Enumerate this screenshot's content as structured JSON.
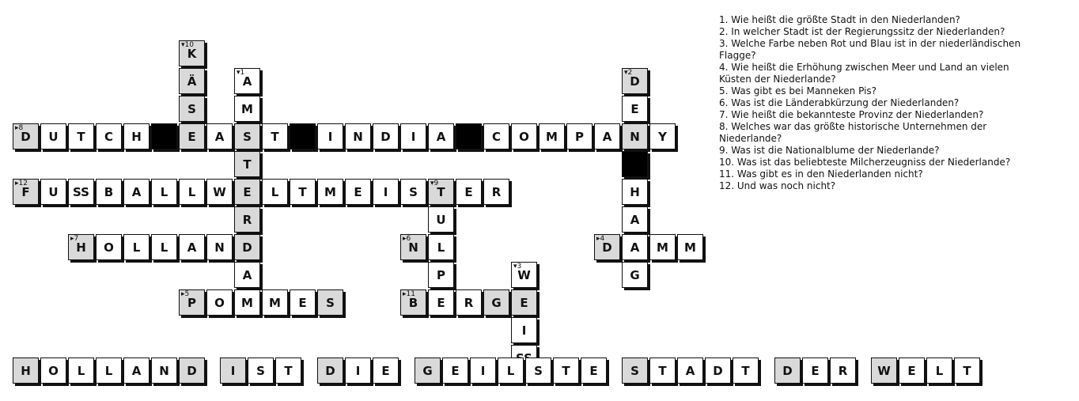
{
  "clues": [
    "1. Wie heißt die größte Stadt in den Niederlanden?",
    "2. In welcher Stadt ist der Regierungssitz der Niederlanden?",
    "3. Welche Farbe neben Rot und Blau ist in der niederländischen Flagge?",
    "4. Wie heißt die Erhöhung zwischen Meer und Land an vielen Küsten der Niederlande?",
    "5. Was gibt es bei Manneken Pis?",
    "6. Was ist die Länderabkürzung der Niederlanden?",
    "7. Wie heißt die bekannteste Provinz der Niederlanden?",
    "8. Welches war das größte historische Unternehmen der Niederlande?",
    "9. Was ist die Nationalblume der Niederlande?",
    "10. Was ist das beliebteste Milcherzeugniss der Niederlande?",
    "11. Was gibt es in den Niederlanden nicht?",
    "12. Und was noch nicht?"
  ],
  "entries": [
    {
      "num": "8",
      "dir": "across",
      "r": 4,
      "c": 0,
      "cells": [
        "D",
        "U",
        "T",
        "C",
        "H",
        "#",
        "E",
        "A",
        "S",
        "T",
        "#",
        "I",
        "N",
        "D",
        "I",
        "A",
        "#",
        "C",
        "O",
        "M",
        "P",
        "A",
        "N",
        "Y"
      ]
    },
    {
      "num": "12",
      "dir": "across",
      "r": 6,
      "c": 0,
      "cells": [
        "F",
        "U",
        "SS",
        "B",
        "A",
        "L",
        "L",
        "W",
        "E",
        "L",
        "T",
        "M",
        "E",
        "I",
        "S",
        "T",
        "E",
        "R"
      ]
    },
    {
      "num": "7",
      "dir": "across",
      "r": 8,
      "c": 2,
      "cells": [
        "H",
        "O",
        "L",
        "L",
        "A",
        "N",
        "D"
      ]
    },
    {
      "num": "6",
      "dir": "across",
      "r": 8,
      "c": 14,
      "cells": [
        "N",
        "L"
      ]
    },
    {
      "num": "4",
      "dir": "across",
      "r": 8,
      "c": 21,
      "cells": [
        "D",
        "A",
        "M",
        "M"
      ]
    },
    {
      "num": "5",
      "dir": "across",
      "r": 10,
      "c": 6,
      "cells": [
        "P",
        "O",
        "M",
        "M",
        "E",
        "S"
      ]
    },
    {
      "num": "11",
      "dir": "across",
      "r": 10,
      "c": 14,
      "cells": [
        "B",
        "E",
        "R",
        "G",
        "E"
      ]
    },
    {
      "num": "10",
      "dir": "down",
      "r": 1,
      "c": 6,
      "cells": [
        "K",
        "Ä",
        "S",
        "E"
      ]
    },
    {
      "num": "1",
      "dir": "down",
      "r": 2,
      "c": 8,
      "cells": [
        "A",
        "M",
        "S",
        "T",
        "E",
        "R",
        "D",
        "A",
        "M"
      ]
    },
    {
      "num": "2",
      "dir": "down",
      "r": 2,
      "c": 22,
      "cells": [
        "D",
        "E",
        "N",
        "#",
        "H",
        "A",
        "A",
        "G"
      ]
    },
    {
      "num": "9",
      "dir": "down",
      "r": 6,
      "c": 15,
      "cells": [
        "T",
        "U",
        "L",
        "P",
        "E"
      ]
    },
    {
      "num": "3",
      "dir": "down",
      "r": 9,
      "c": 18,
      "cells": [
        "W",
        "E",
        "I",
        "SS"
      ]
    }
  ],
  "solution_words": [
    {
      "letters": [
        "H",
        "O",
        "L",
        "L",
        "A",
        "N",
        "D"
      ],
      "shaded": [
        0,
        6
      ]
    },
    {
      "letters": [
        "I",
        "S",
        "T"
      ],
      "shaded": [
        0
      ]
    },
    {
      "letters": [
        "D",
        "I",
        "E"
      ],
      "shaded": [
        0
      ]
    },
    {
      "letters": [
        "G",
        "E",
        "I",
        "L",
        "S",
        "T",
        "E"
      ],
      "shaded": [
        0
      ]
    },
    {
      "letters": [
        "S",
        "T",
        "A",
        "D",
        "T"
      ],
      "shaded": [
        0
      ]
    },
    {
      "letters": [
        "D",
        "E",
        "R"
      ],
      "shaded": [
        0
      ]
    },
    {
      "letters": [
        "W",
        "E",
        "L",
        "T"
      ],
      "shaded": [
        0
      ]
    }
  ]
}
